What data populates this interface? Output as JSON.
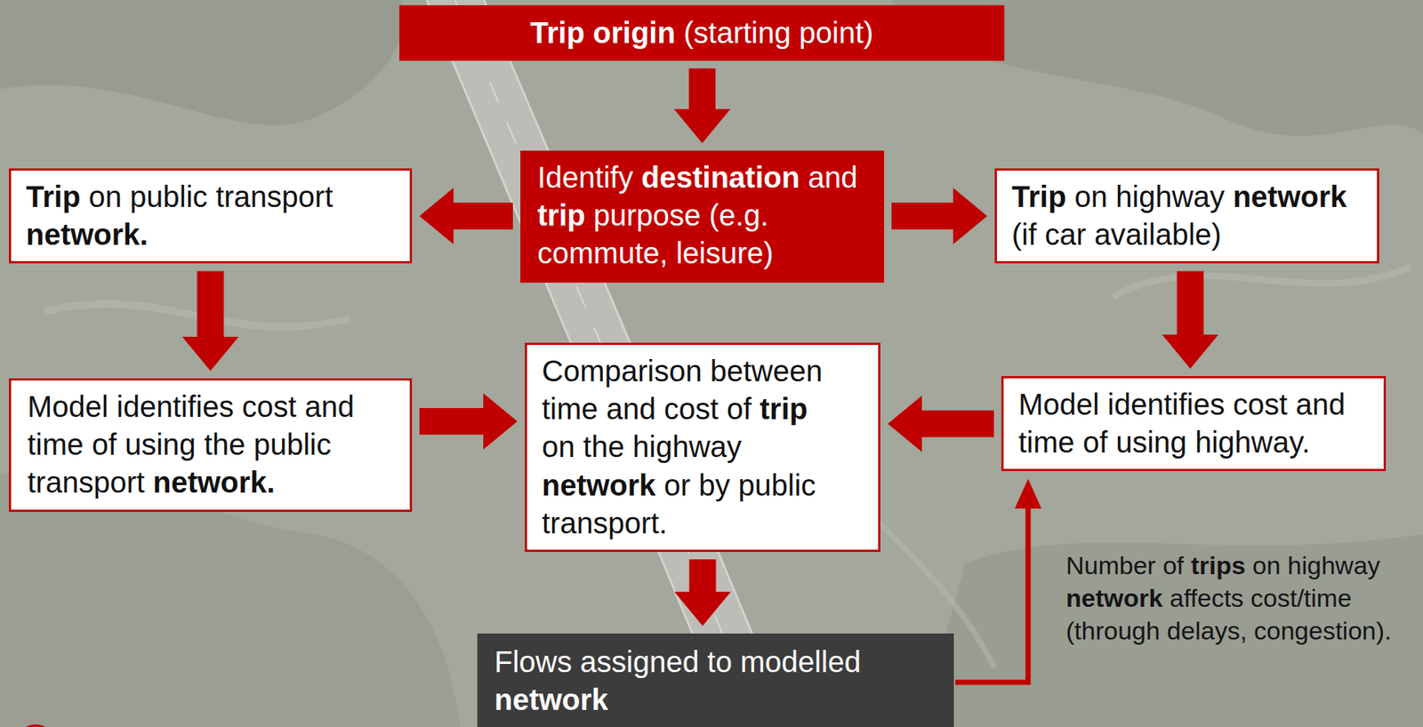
{
  "diagram": {
    "nodes": [
      {
        "text": [
          "Trip origin (starting point)"
        ]
      },
      {
        "text": [
          "Identify destination and trip purpose (e.g. commute, leisure)"
        ]
      },
      {
        "text": [
          "Trip on public transport network."
        ]
      },
      {
        "text": [
          "Trip on highway network (if car available)"
        ]
      },
      {
        "text": [
          "Model identifies cost and time of using the public transport network."
        ]
      },
      {
        "text": [
          "Comparison between time and cost of trip on the highway network or by public transport."
        ]
      },
      {
        "text": [
          "Model identifies cost and time of using highway."
        ]
      },
      {
        "text": [
          "Flows assigned to modelled network"
        ]
      }
    ],
    "edges": [
      {
        "from": 0,
        "to": 1,
        "arrow": "to"
      },
      {
        "from": 1,
        "to": 2,
        "arrow": "to"
      },
      {
        "from": 1,
        "to": 3,
        "arrow": "to"
      },
      {
        "from": 2,
        "to": 4,
        "arrow": "to"
      },
      {
        "from": 3,
        "to": 6,
        "arrow": "to"
      },
      {
        "from": 4,
        "to": 5,
        "arrow": "to"
      },
      {
        "from": 6,
        "to": 5,
        "arrow": "to"
      },
      {
        "from": 5,
        "to": 7,
        "arrow": "to"
      },
      {
        "from": 7,
        "to": 6,
        "arrow": "to",
        "label": "Number of trips on highway network affects cost/time (through delays, congestion)."
      }
    ]
  }
}
